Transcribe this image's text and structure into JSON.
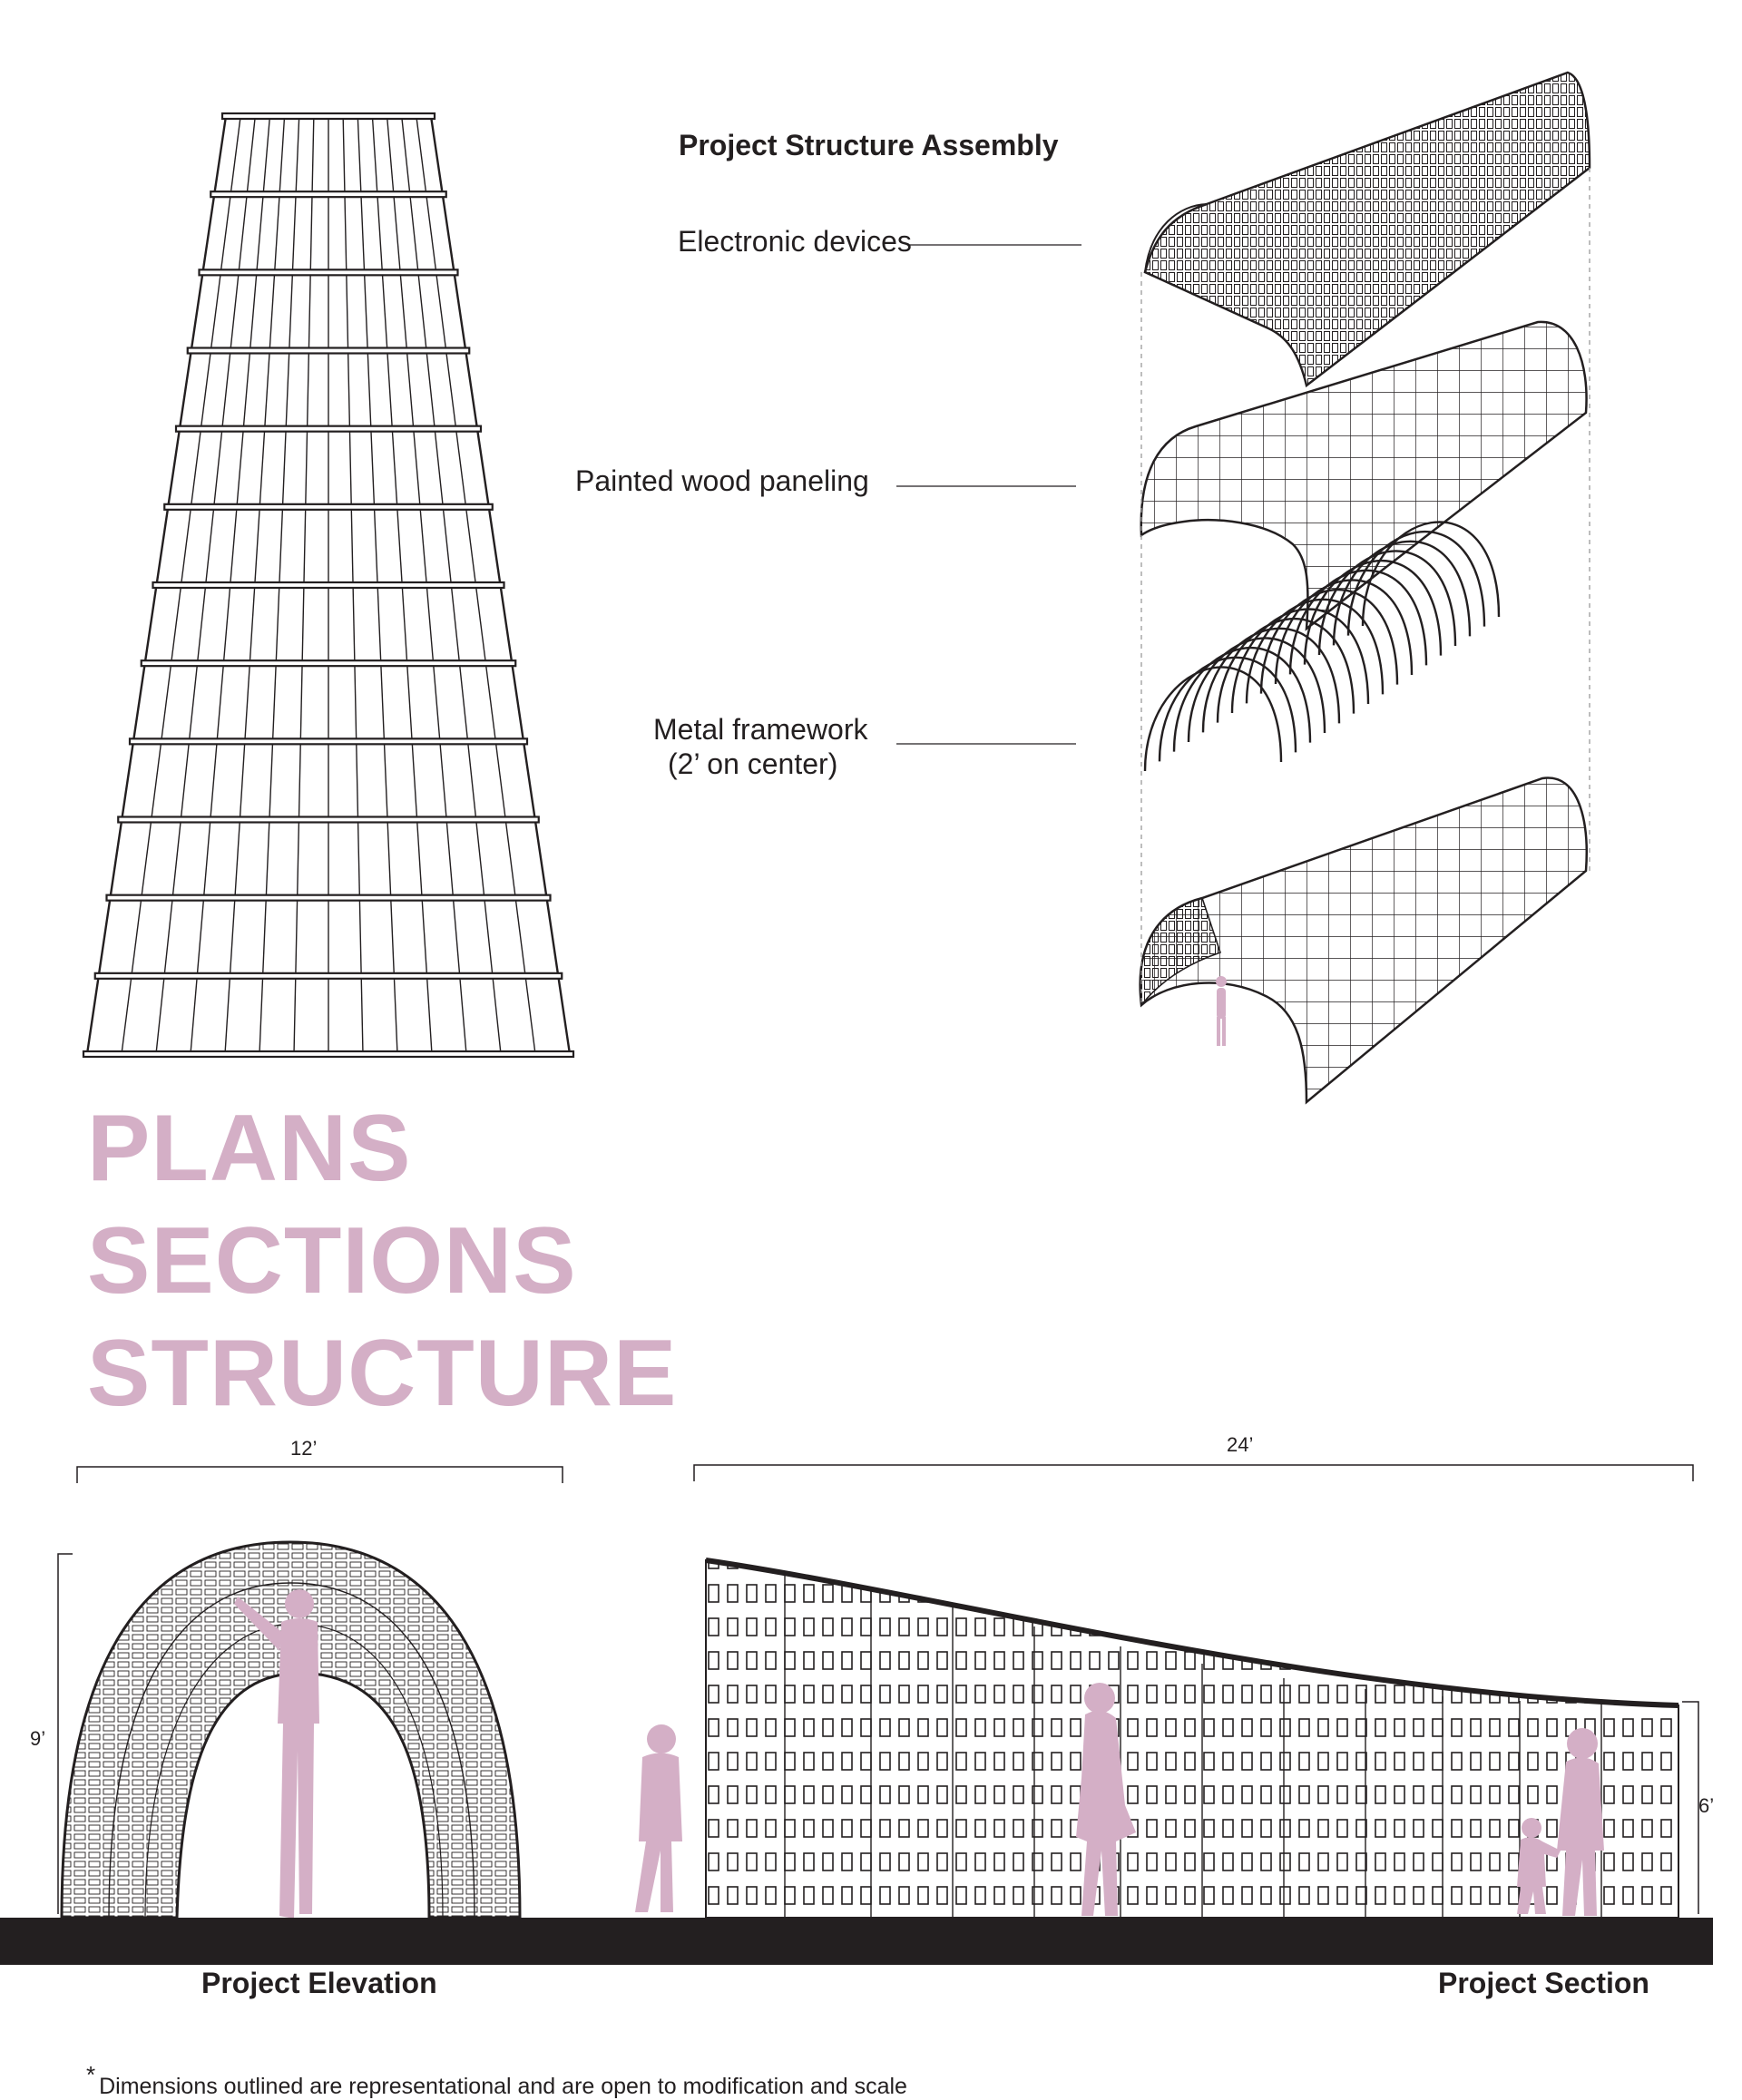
{
  "assembly": {
    "title": "Project Structure Assembly",
    "labels": {
      "electronic": "Electronic devices",
      "wood": "Painted wood paneling",
      "metal_line1": "Metal framework",
      "metal_line2": "(2’ on center)"
    }
  },
  "title_block": {
    "line1": "PLANS",
    "line2": "SECTIONS",
    "line3": "STRUCTURE"
  },
  "dimensions": {
    "elevation_width": "12’",
    "section_width": "24’",
    "elevation_height": "9’",
    "section_height": "6’"
  },
  "captions": {
    "elevation": "Project Elevation",
    "section": "Project Section"
  },
  "footnote": {
    "mark": "*",
    "text": "Dimensions outlined are representational and are open to modification and scale"
  },
  "colors": {
    "accent": "#d4afc6",
    "line": "#231f20",
    "ground": "#231f20"
  }
}
